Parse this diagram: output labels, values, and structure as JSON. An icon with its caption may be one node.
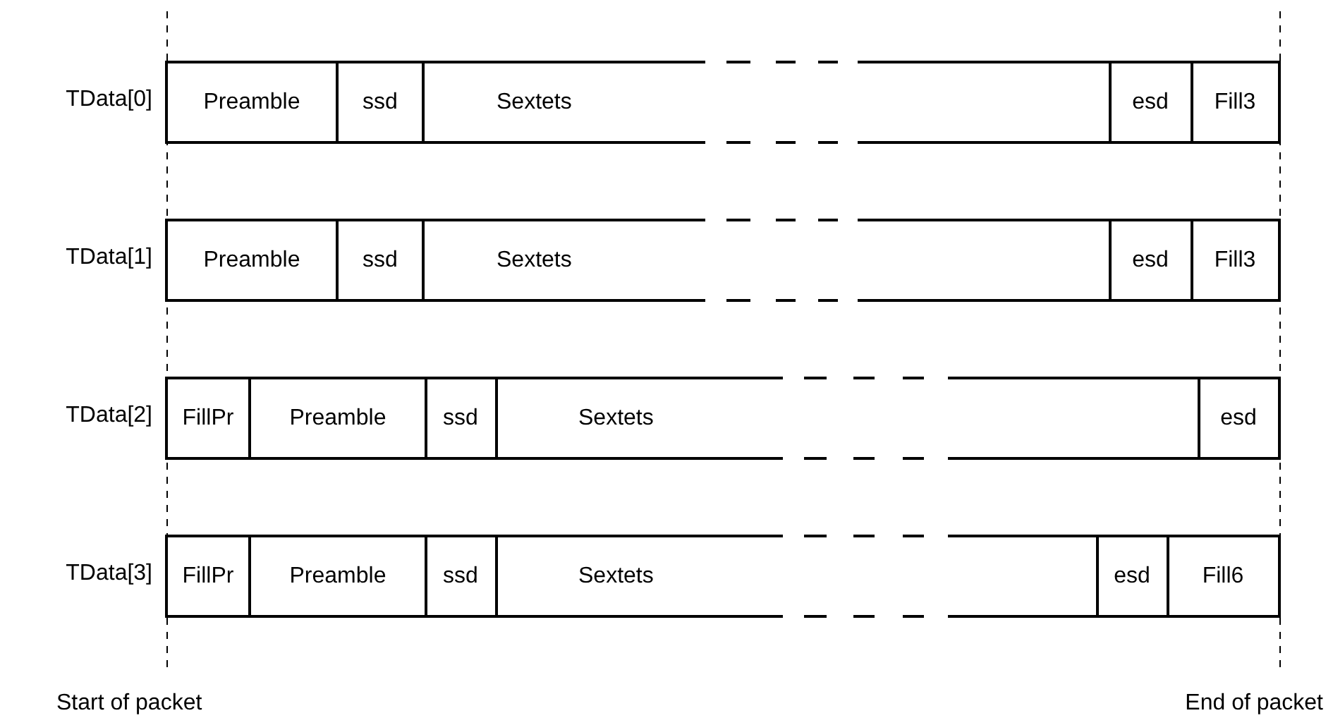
{
  "diagram": {
    "nodes": [
      {
        "text": [
          "TData[0]"
        ]
      },
      {
        "text": [
          "Preamble"
        ],
        "in": 0
      },
      {
        "text": [
          "ssd"
        ],
        "in": 0
      },
      {
        "text": [
          "Sextets"
        ],
        "in": 0
      },
      {
        "text": [
          "esd"
        ],
        "in": 0
      },
      {
        "text": [
          "Fill3"
        ],
        "in": 0
      },
      {
        "text": [
          "TData[1]"
        ]
      },
      {
        "text": [
          "Preamble"
        ],
        "in": 6
      },
      {
        "text": [
          "ssd"
        ],
        "in": 6
      },
      {
        "text": [
          "Sextets"
        ],
        "in": 6
      },
      {
        "text": [
          "esd"
        ],
        "in": 6
      },
      {
        "text": [
          "Fill3"
        ],
        "in": 6
      },
      {
        "text": [
          "TData[2]"
        ]
      },
      {
        "text": [
          "FillPr"
        ],
        "in": 12
      },
      {
        "text": [
          "Preamble"
        ],
        "in": 12
      },
      {
        "text": [
          "ssd"
        ],
        "in": 12
      },
      {
        "text": [
          "Sextets"
        ],
        "in": 12
      },
      {
        "text": [
          "esd"
        ],
        "in": 12
      },
      {
        "text": [
          "TData[3]"
        ]
      },
      {
        "text": [
          "FillPr"
        ],
        "in": 18
      },
      {
        "text": [
          "Preamble"
        ],
        "in": 18
      },
      {
        "text": [
          "ssd"
        ],
        "in": 18
      },
      {
        "text": [
          "Sextets"
        ],
        "in": 18
      },
      {
        "text": [
          "esd"
        ],
        "in": 18
      },
      {
        "text": [
          "Fill6"
        ],
        "in": 18
      }
    ],
    "labels": [
      "Start of packet",
      "End of packet"
    ]
  }
}
